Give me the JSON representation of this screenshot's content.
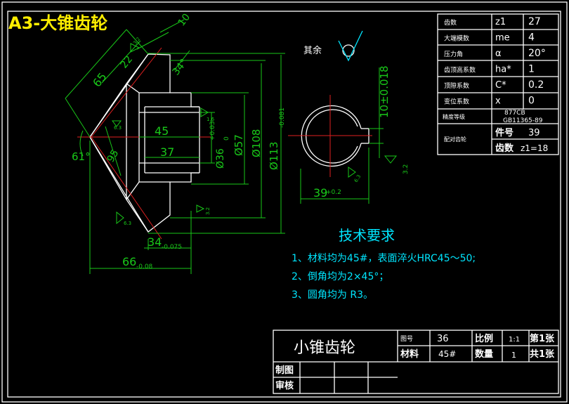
{
  "file_title": "A3-大锥齿轮",
  "roughness_note": "其余",
  "dimensions": {
    "slant": "65",
    "d10": "10",
    "d22": "22",
    "d34deg": "34°",
    "d45": "45",
    "d37": "37",
    "d95": "95",
    "angle61": "61°",
    "d36": "Ø36",
    "d36_tol_up": "+0.03",
    "d36_tol_lo": "0",
    "d57": "Ø57",
    "d108": "Ø108",
    "d113": "Ø113",
    "d113_tol": "-0.081",
    "d34": "34",
    "d34_tol": "-0.075",
    "d66": "66",
    "d66_tol": "-0.08",
    "key_width": "10±0.018",
    "key_depth": "39",
    "key_depth_tol": "+0.2",
    "ra_63": "6.3",
    "ra_32": "3.2",
    "ra_16": "1.6"
  },
  "params": [
    {
      "label": "齿数",
      "sym": "z1",
      "val": "27"
    },
    {
      "label": "大端模数",
      "sym": "me",
      "val": "4"
    },
    {
      "label": "压力角",
      "sym": "α",
      "val": "20°"
    },
    {
      "label": "齿顶高系数",
      "sym": "ha*",
      "val": "1"
    },
    {
      "label": "顶隙系数",
      "sym": "C*",
      "val": "0.2"
    },
    {
      "label": "变位系数",
      "sym": "x",
      "val": "0"
    }
  ],
  "precision": {
    "label": "精度等级",
    "val1": "877CB",
    "val2": "GB11365-89"
  },
  "mate": {
    "label": "配对齿轮",
    "part_label": "件号",
    "part_val": "39",
    "teeth_label": "齿数",
    "teeth_val": "z1=18"
  },
  "tech": {
    "title": "技术要求",
    "items": [
      "1、材料均为45#，表面淬火HRC45～50;",
      "2、倒角均为2×45°；",
      "3、圆角均为 R3。"
    ]
  },
  "title_block": {
    "name": "小锥齿轮",
    "drawing_no_label": "图号",
    "drawing_no": "36",
    "scale_label": "比例",
    "scale": "1:1",
    "sheet": "第1张",
    "material_label": "材料",
    "material": "45#",
    "qty_label": "数量",
    "qty": "1",
    "total": "共1张",
    "drawn": "制图",
    "checked": "审核"
  }
}
